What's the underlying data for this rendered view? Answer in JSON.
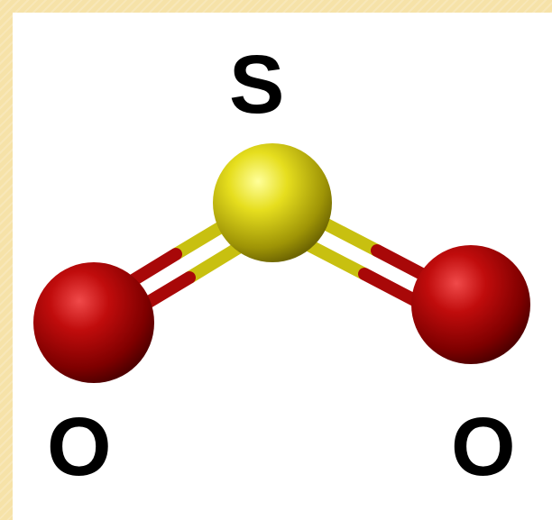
{
  "molecule": {
    "atoms": [
      {
        "label": "S",
        "color": "#d8d010"
      },
      {
        "label": "O",
        "color": "#b50a0a"
      },
      {
        "label": "O",
        "color": "#b50a0a"
      }
    ],
    "bonds": [
      {
        "from": "S",
        "to": "O",
        "order": 2
      },
      {
        "from": "S",
        "to": "O",
        "order": 2
      }
    ],
    "bond_colors": {
      "sulfur_side": "#c8c010",
      "oxygen_side": "#a80808"
    },
    "background": "#ffffff",
    "border_color": "#f6e2a8"
  }
}
